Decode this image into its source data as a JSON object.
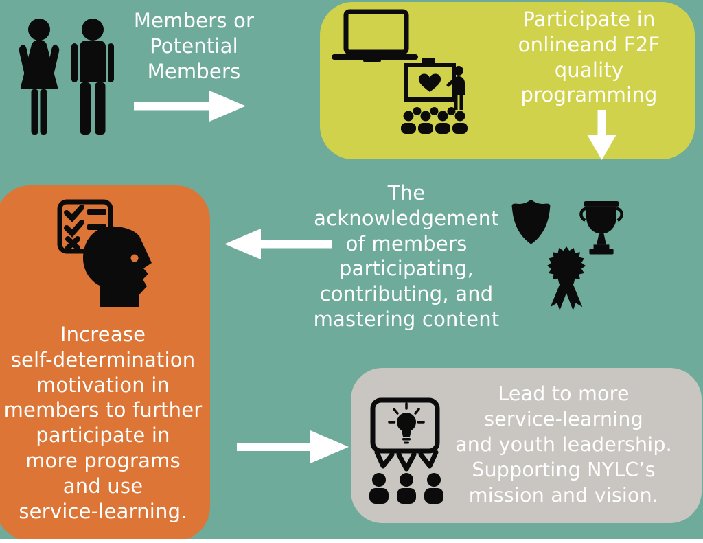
{
  "palette": {
    "background": "#6FAB9B",
    "box_yellow": "#D1D24B",
    "box_orange": "#DC7536",
    "box_gray": "#C9C5C1",
    "icon_black": "#0B0B0B",
    "text_white": "#FFFFFF",
    "bottom_strip": "#FFFFFF"
  },
  "nodes": {
    "members": {
      "label": "Members or\nPotential\nMembers"
    },
    "participate": {
      "label": "Participate in\nonlineand F2F\nquality\nprogramming"
    },
    "acknowledgement": {
      "label": "The\nacknowledgement\nof members\nparticipating,\ncontributing, and\nmastering content"
    },
    "motivation": {
      "label": "Increase\nself-determination\nmotivation in\nmembers to further\nparticipate in\nmore programs\nand use\nservice-learning."
    },
    "outcome": {
      "label": "Lead to more\nservice-learning\nand youth leadership.\nSupporting NYLC’s\nmission and vision."
    }
  },
  "icons": {
    "woman": "female person silhouette",
    "man": "male person silhouette",
    "laptop": "laptop outline",
    "presentation": "presenter at heart board with audience",
    "shield": "shield badge",
    "trophy": "trophy cup",
    "award_ribbon": "prize ribbon rosette",
    "thinking_head": "head profile with checklist thought bubble",
    "idea_group": "speech bubble with lightbulb over three people"
  },
  "arrows": {
    "members_to_participate": "right",
    "participate_to_acknowledgement": "down",
    "acknowledgement_to_motivation": "left",
    "motivation_to_outcome": "right"
  }
}
